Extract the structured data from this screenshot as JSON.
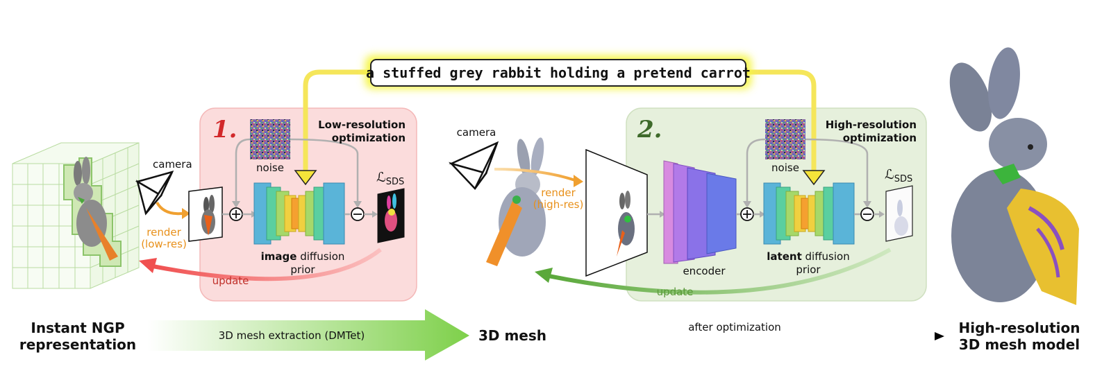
{
  "prompt": "a stuffed grey rabbit holding a pretend carrot",
  "stage1": {
    "number": "1.",
    "title_line1": "Low-resolution",
    "title_line2": "optimization",
    "camera": "camera",
    "noise": "noise",
    "render_line1": "render",
    "render_line2": "(low-res)",
    "prior_bold": "image",
    "prior_rest": " diffusion",
    "prior_line2": "prior",
    "loss_main": "ℒ",
    "loss_sub": "SDS",
    "update": "update"
  },
  "stage2": {
    "number": "2.",
    "title_line1": "High-resolution",
    "title_line2": "optimization",
    "camera": "camera",
    "noise": "noise",
    "render_line1": "render",
    "render_line2": "(high-res)",
    "encoder": "encoder",
    "prior_bold": "latent",
    "prior_rest": " diffusion",
    "prior_line2": "prior",
    "loss_main": "ℒ",
    "loss_sub": "SDS",
    "update": "update"
  },
  "bottom": {
    "ngp_line1": "Instant NGP",
    "ngp_line2": "representation",
    "extraction": "3D mesh extraction (DMTet)",
    "mesh": "3D mesh",
    "after": "after optimization",
    "final_line1": "High-resolution",
    "final_line2": "3D mesh model"
  },
  "colors": {
    "stage1_bg": "#fbdcdc",
    "stage2_bg": "#e6f0dc",
    "prompt_glow": "#f5f542",
    "update1": "#f06060",
    "update2": "#6ab04c",
    "render": "#f0a030"
  }
}
